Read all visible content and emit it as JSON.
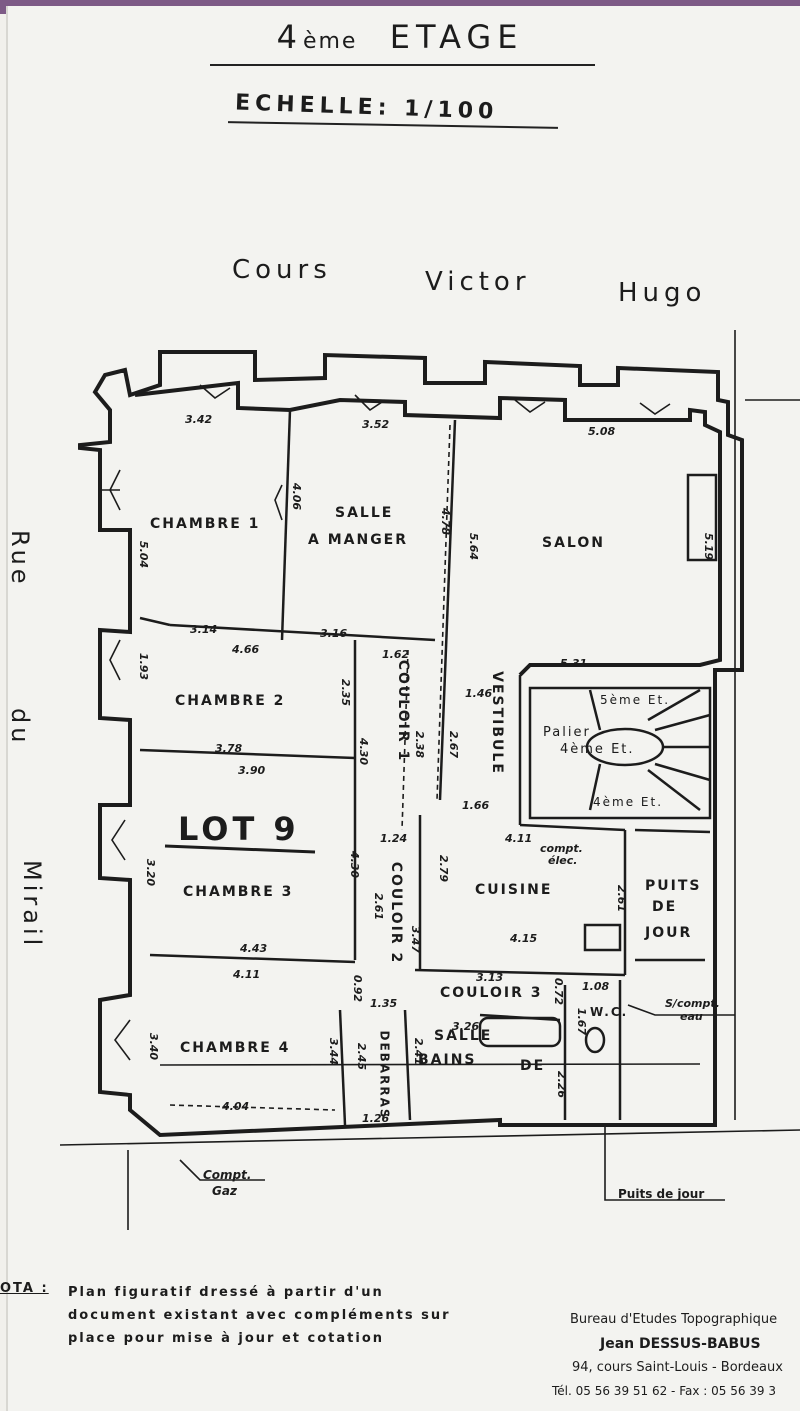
{
  "header": {
    "floor_num": "4",
    "floor_suffix": "ème",
    "floor_word": "ETAGE",
    "scale": "ECHELLE: 1/100"
  },
  "streets": {
    "north": [
      "Cours",
      "Victor",
      "Hugo"
    ],
    "west": [
      "Rue",
      "du",
      "Mirail"
    ]
  },
  "lot": "LOT 9",
  "rooms": {
    "chambre1": "CHAMBRE 1",
    "salle_a_manger_1": "SALLE",
    "salle_a_manger_2": "A MANGER",
    "salon": "SALON",
    "chambre2": "CHAMBRE 2",
    "couloir1": "COULOIR 1",
    "vestibule": "VESTIBULE",
    "palier": "Palier",
    "palier_floor": "4ème Et.",
    "stair_up": "5ème Et.",
    "stair_down": "4ème Et.",
    "chambre3": "CHAMBRE 3",
    "couloir2": "COULOIR 2",
    "cuisine": "CUISINE",
    "puits_1": "PUITS",
    "puits_2": "DE",
    "puits_3": "JOUR",
    "couloir3": "COULOIR 3",
    "wc": "W.C.",
    "chambre4": "CHAMBRE 4",
    "debarras": "DEBARRAS",
    "salle_de": "SALLE",
    "bains": "BAINS",
    "de": "DE"
  },
  "annotations": {
    "compt_elec_1": "compt.",
    "compt_elec_2": "élec.",
    "compt_eau_1": "S/compt.",
    "compt_eau_2": "eau",
    "compt_gaz_1": "Compt.",
    "compt_gaz_2": "Gaz",
    "puits": "Puits de jour"
  },
  "dims": [
    "3.42",
    "3.52",
    "5.08",
    "4.06",
    "4.78",
    "5.64",
    "5.19",
    "5.04",
    "3.14",
    "3.16",
    "4.66",
    "1.62",
    "5.31",
    "1.46",
    "1.93",
    "2.35",
    "4.30",
    "2.38",
    "2.67",
    "3.78",
    "3.90",
    "1.66",
    "1.24",
    "4.11",
    "3.20",
    "4.30",
    "2.79",
    "2.61",
    "2.61",
    "3.47",
    "4.43",
    "4.15",
    "4.11",
    "3.13",
    "1.08",
    "0.92",
    "0.72",
    "1.35",
    "3.26",
    "1.67",
    "3.40",
    "3.44",
    "2.45",
    "2.41",
    "2.26",
    "4.04",
    "1.26"
  ],
  "notes": {
    "label": "OTA :",
    "lines": [
      "Plan figuratif dressé à partir d'un",
      "document existant avec compléments sur",
      "place pour mise à jour et cotation"
    ]
  },
  "bureau": {
    "name": "Bureau d'Etudes Topographique",
    "person": "Jean DESSUS-BABUS",
    "address": "94, cours Saint-Louis - Bordeaux",
    "phone": "Tél. 05 56 39 51 62 - Fax : 05 56 39 3"
  }
}
